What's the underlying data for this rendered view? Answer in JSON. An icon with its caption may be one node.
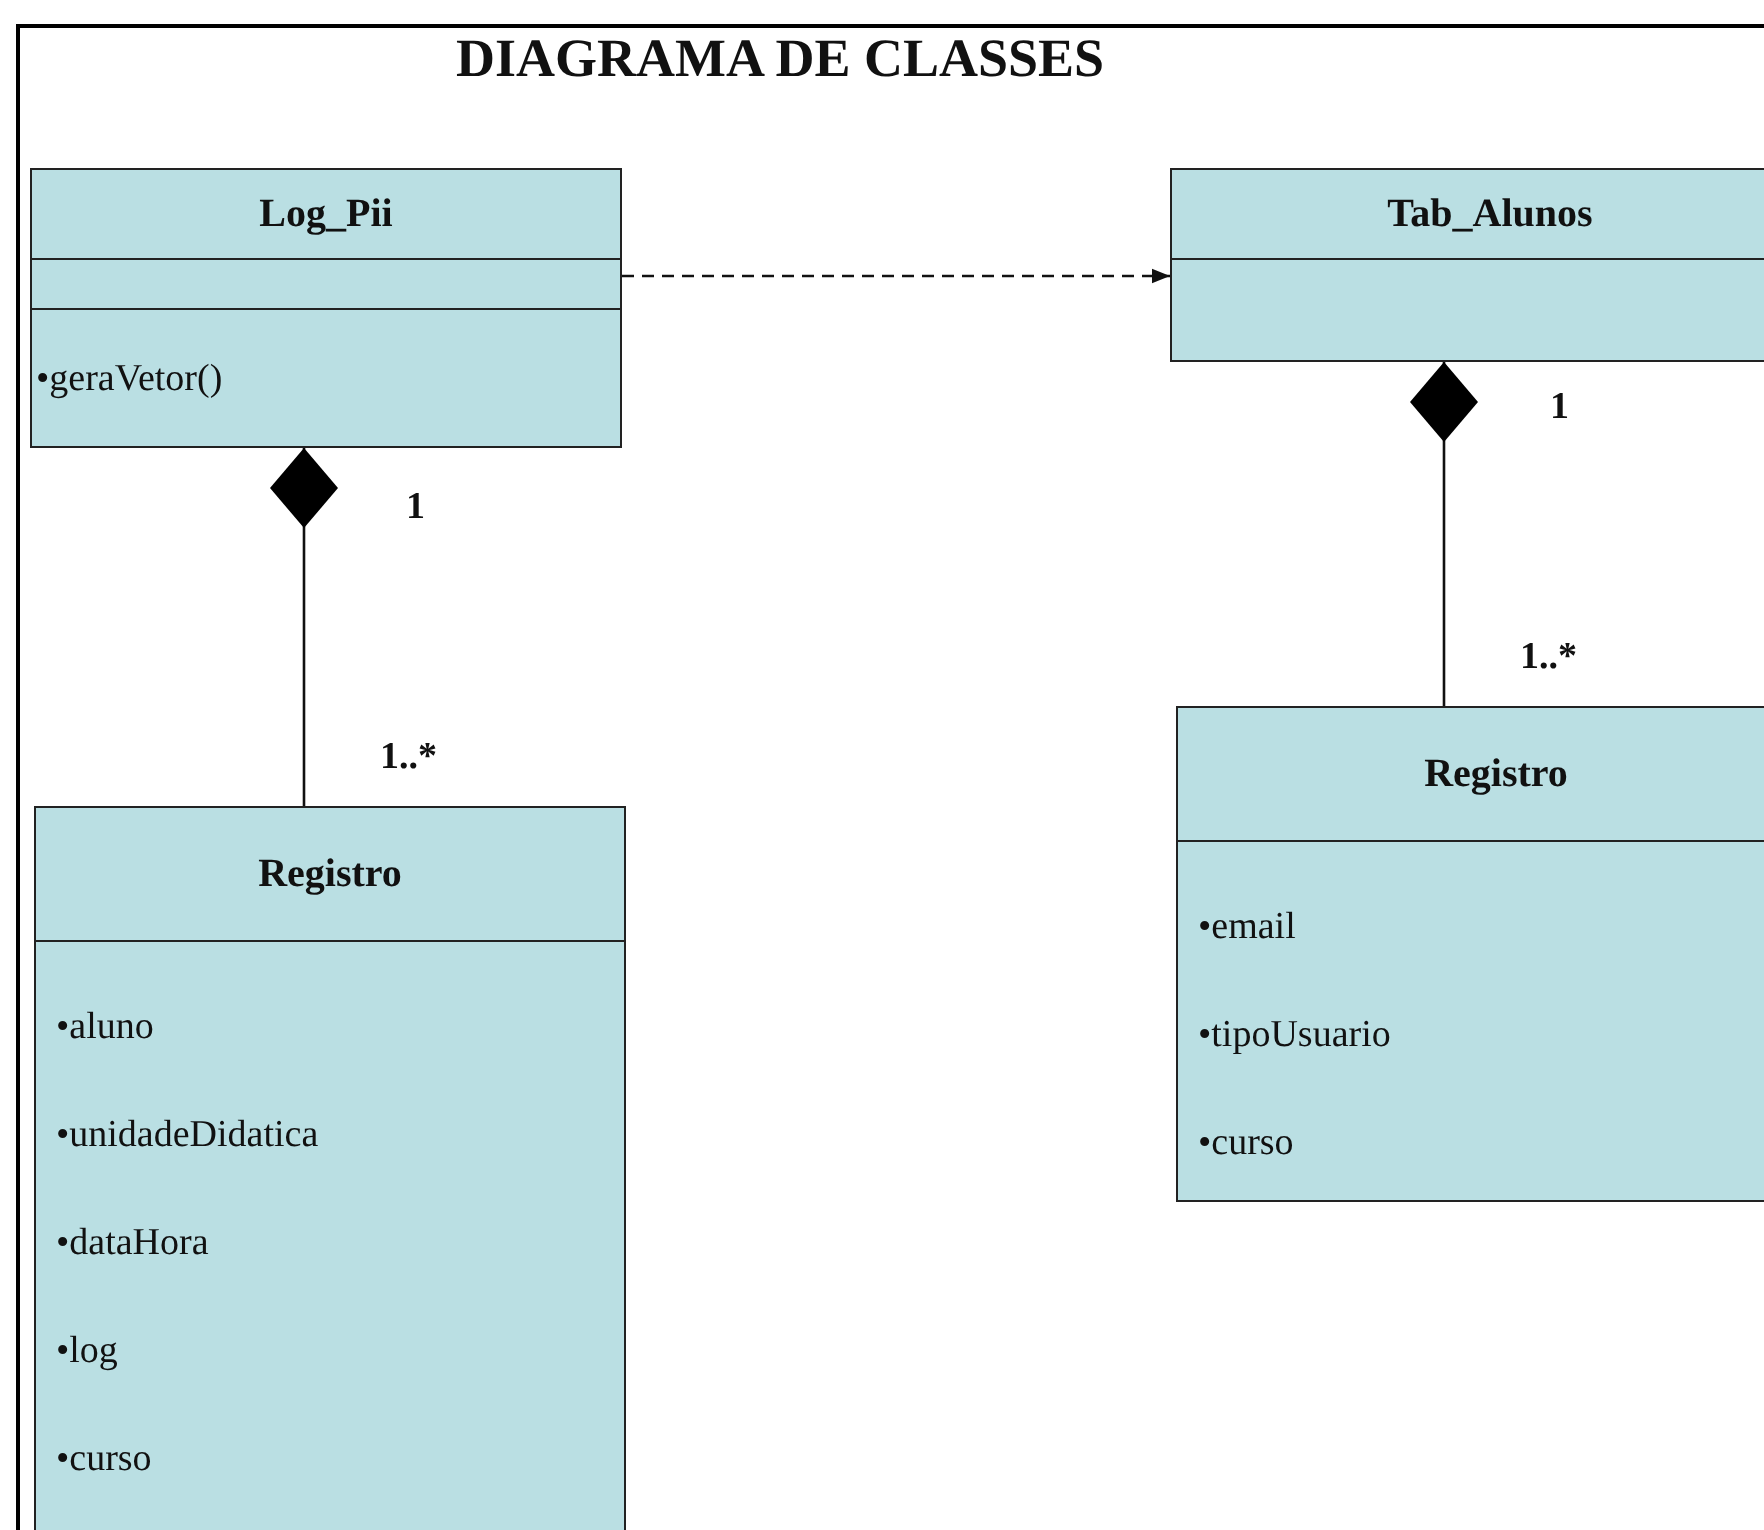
{
  "diagram": {
    "title": "DIAGRAMA DE CLASSES",
    "nodes": [
      {
        "text": [
          "Log_Pii",
          "•geraVetor()"
        ]
      },
      {
        "text": [
          "Tab_Alunos"
        ]
      },
      {
        "text": [
          "Registro",
          "•aluno",
          "•unidadeDidatica",
          "•dataHora",
          "•log",
          "•curso"
        ]
      },
      {
        "text": [
          "Registro",
          "•email",
          "•tipoUsuario",
          "•curso"
        ]
      }
    ],
    "edges": [
      {
        "from": 0,
        "to": 1,
        "arrow": "to",
        "style": "dashed"
      },
      {
        "from": 0,
        "to": 2,
        "arrow": "other"
      },
      {
        "from": 1,
        "to": 3,
        "arrow": "other"
      }
    ],
    "labels": [
      "1",
      "1",
      "1..*",
      "1..*"
    ]
  }
}
